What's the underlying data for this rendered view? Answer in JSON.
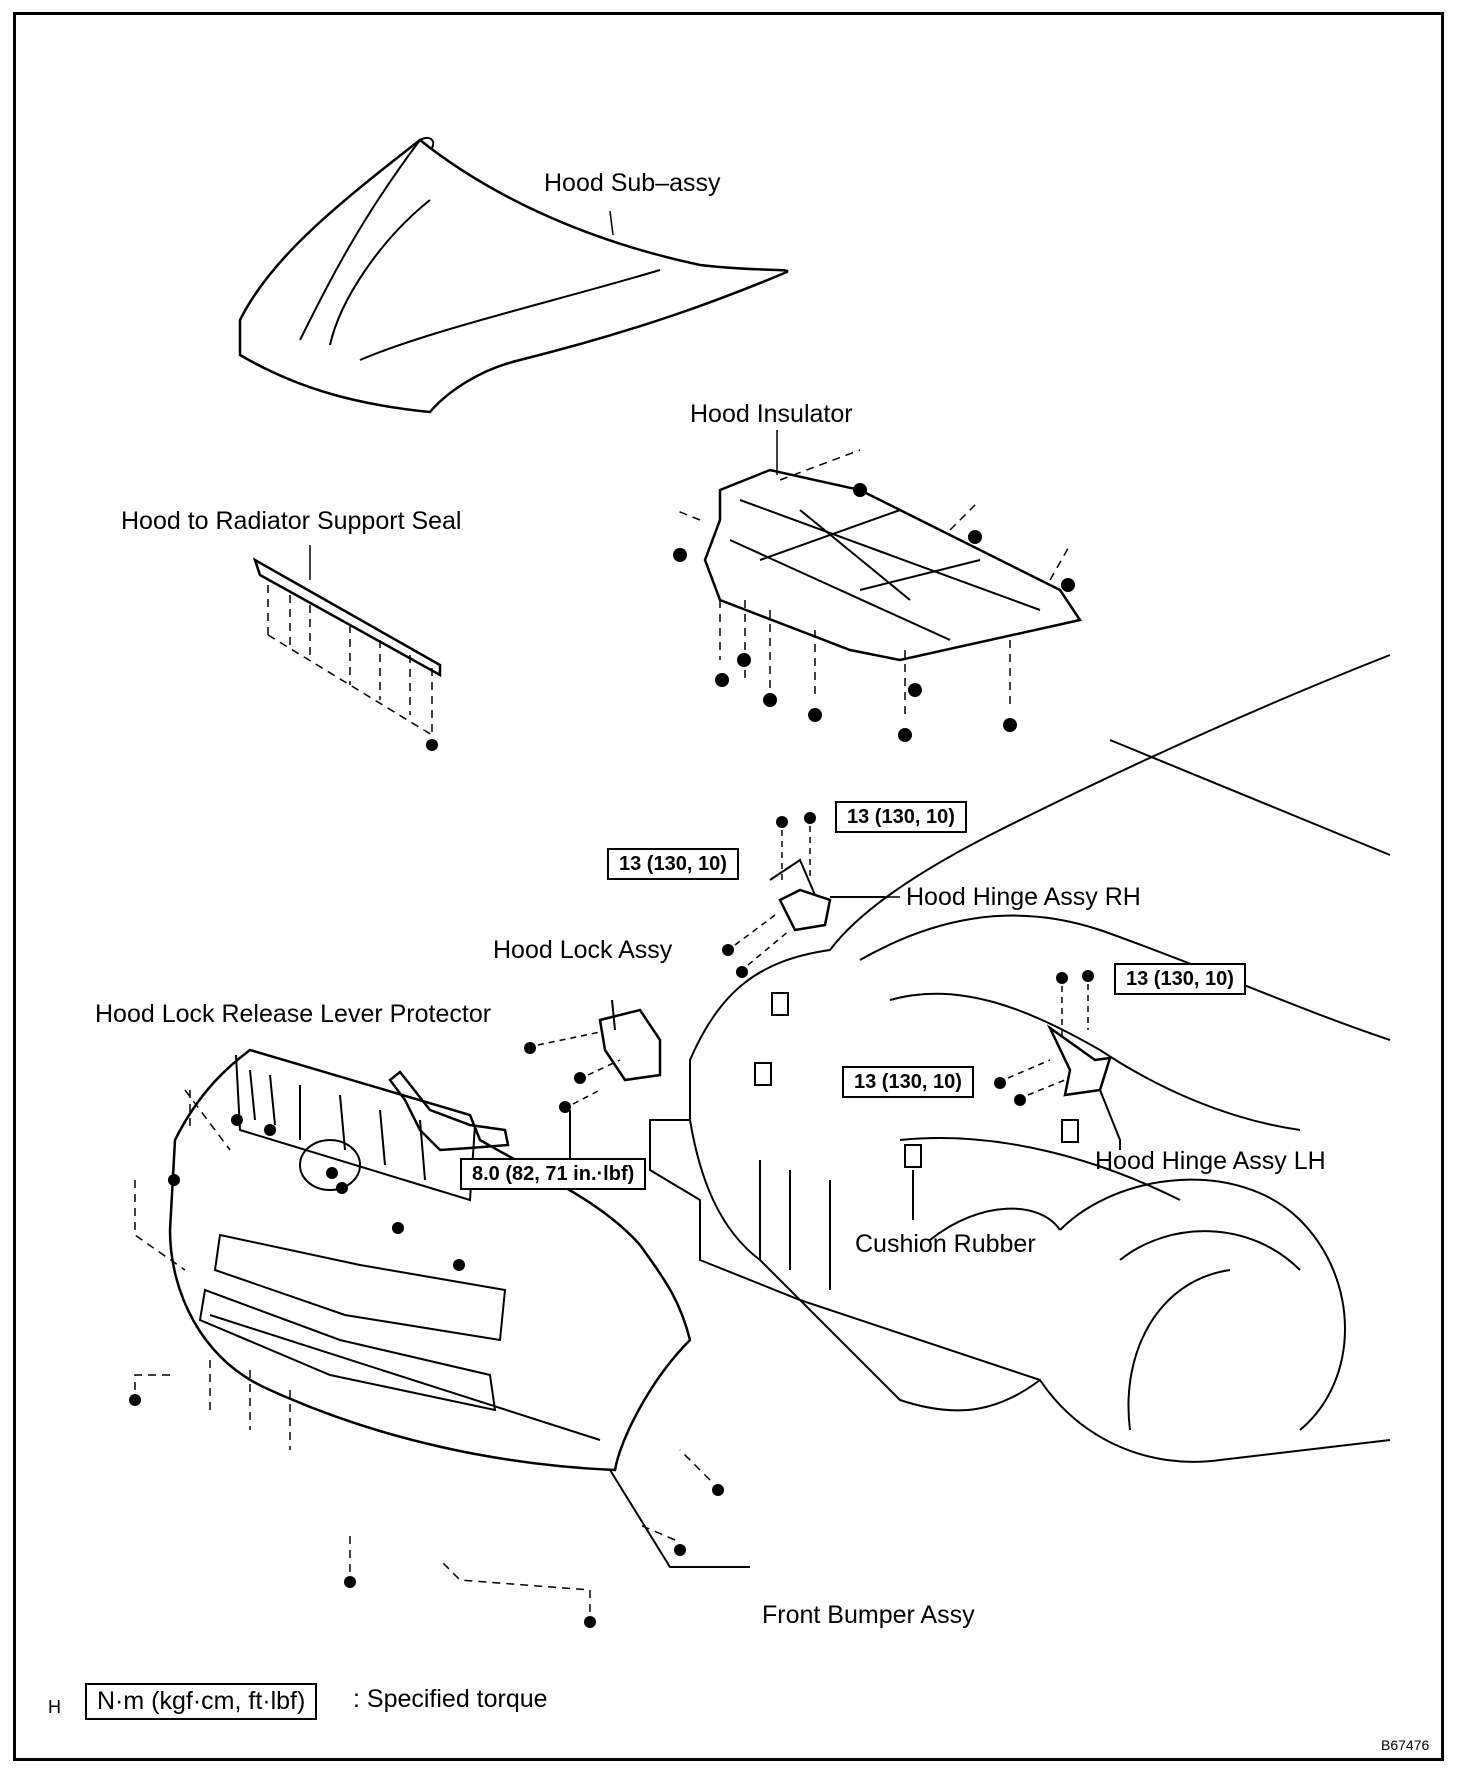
{
  "parts": {
    "hood_sub_assy": "Hood Sub–assy",
    "hood_insulator": "Hood Insulator",
    "hood_to_radiator_support_seal": "Hood to Radiator Support Seal",
    "hood_hinge_assy_rh": "Hood Hinge Assy RH",
    "hood_lock_assy": "Hood Lock Assy",
    "hood_lock_release_lever_protector": "Hood Lock Release Lever Protector",
    "hood_hinge_assy_lh": "Hood Hinge Assy LH",
    "cushion_rubber": "Cushion Rubber",
    "front_bumper_assy": "Front Bumper Assy"
  },
  "torques": {
    "hinge_rh_top": "13 (130, 10)",
    "hinge_rh_side": "13 (130, 10)",
    "hinge_lh_top": "13 (130, 10)",
    "hinge_lh_side": "13 (130, 10)",
    "hood_lock": "8.0 (82, 71 in.·lbf)"
  },
  "legend": {
    "prefix": "H",
    "unit_box": "N·m (kgf·cm, ft·lbf)",
    "description": ": Specified torque"
  },
  "figure_id": "B67476"
}
